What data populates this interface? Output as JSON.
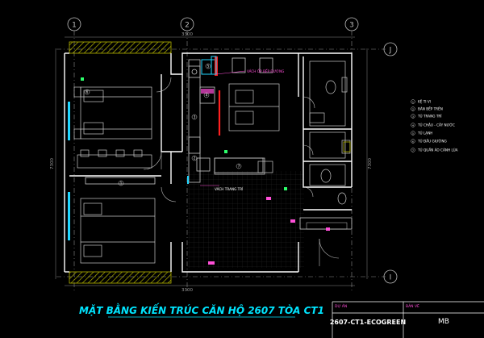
{
  "drawing": {
    "title": "MẶT BẰNG KIẾN TRÚC CĂN HỘ 2607 TÒA CT1",
    "grid_top": [
      "1",
      "2",
      "3"
    ],
    "grid_right_top": "J",
    "grid_right_bottom": "I",
    "dim_top": "3300",
    "dim_bottom": "3300",
    "dim_left": "7300",
    "dim_right": "7300",
    "notes": {
      "hood": "VÁCH ỐP BẾP ĐƯỜNG",
      "partition": "VÁCH TRANG TRÍ"
    },
    "room_tags": [
      "1",
      "2",
      "3",
      "4",
      "5",
      "6",
      "7"
    ]
  },
  "legend": {
    "items": [
      {
        "num": "1",
        "label": "KỆ TI VI"
      },
      {
        "num": "2",
        "label": "BÀN BẾP TRÊN"
      },
      {
        "num": "3",
        "label": "TỦ TRANG TRÍ"
      },
      {
        "num": "4",
        "label": "TỦ CHẬU - CÂY NƯỚC"
      },
      {
        "num": "5",
        "label": "TỦ LẠNH"
      },
      {
        "num": "6",
        "label": "TỦ ĐẦU GIƯỜNG"
      },
      {
        "num": "7",
        "label": "TỦ QUẦN ÁO CÁNH LÙA"
      }
    ]
  },
  "title_block": {
    "project_label": "DỰ ÁN",
    "sheet_label": "BẢN VẼ",
    "project_value": "2607-CT1-ECOGREEN",
    "sheet_value": "MB"
  },
  "colors": {
    "background": "#000000",
    "wall": "#ffffff",
    "furniture": "#c8c8c8",
    "grid": "#8c8c8c",
    "accent_cyan": "#21d6ff",
    "accent_red": "#ff2020",
    "accent_magenta": "#ff4fd8",
    "accent_green": "#2cff6a",
    "hatch": "#b4b400",
    "title": "#00e5ff"
  }
}
